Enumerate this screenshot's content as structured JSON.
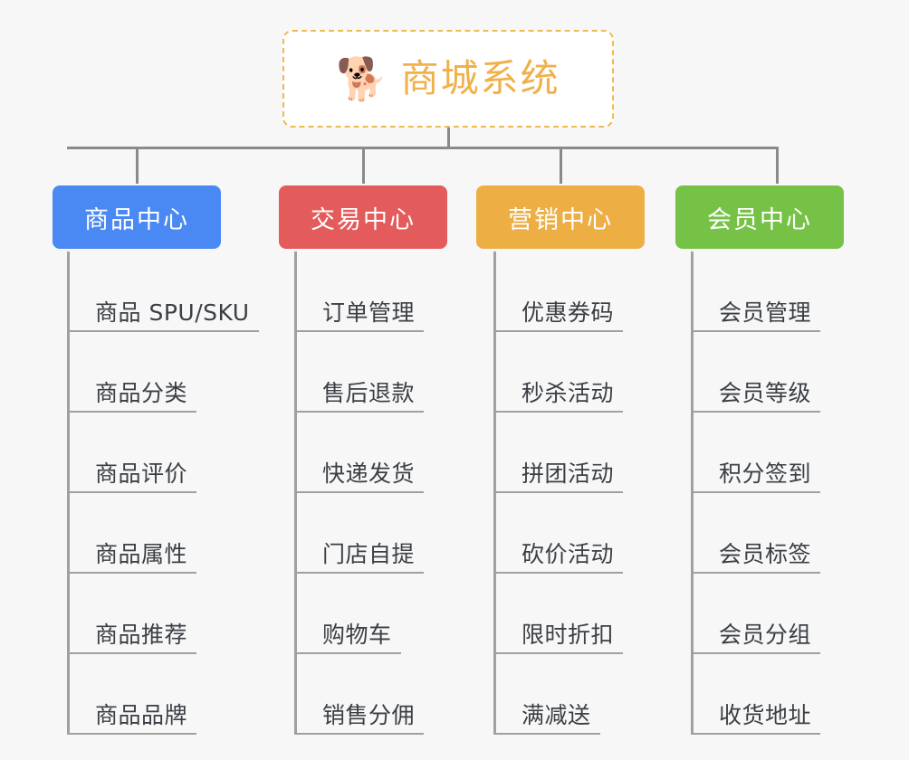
{
  "diagram": {
    "type": "org-chart-mindmap",
    "background_color": "#f7f7f7",
    "connector_color": "#8a8a8a",
    "root": {
      "icon": "shiba-dog-face-emoji",
      "icon_glyph": "🐕",
      "title": "商城系统",
      "text_color": "#f0b04a",
      "border_color": "#f0b952",
      "border_style": "dashed",
      "background": "#ffffff"
    },
    "branches": [
      {
        "id": "product-center",
        "label": "商品中心",
        "color": "#4a89f3",
        "items": [
          "商品 SPU/SKU",
          "商品分类",
          "商品评价",
          "商品属性",
          "商品推荐",
          "商品品牌"
        ]
      },
      {
        "id": "trade-center",
        "label": "交易中心",
        "color": "#e45b5b",
        "items": [
          "订单管理",
          "售后退款",
          "快递发货",
          "门店自提",
          "购物车",
          "销售分佣"
        ]
      },
      {
        "id": "marketing-center",
        "label": "营销中心",
        "color": "#edae44",
        "items": [
          "优惠券码",
          "秒杀活动",
          "拼团活动",
          "砍价活动",
          "限时折扣",
          "满减送"
        ]
      },
      {
        "id": "member-center",
        "label": "会员中心",
        "color": "#76c246",
        "items": [
          "会员管理",
          "会员等级",
          "积分签到",
          "会员标签",
          "会员分组",
          "收货地址"
        ]
      }
    ]
  }
}
